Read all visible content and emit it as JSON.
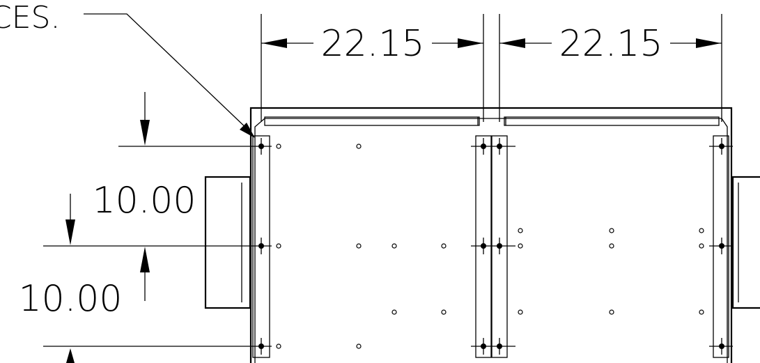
{
  "note_label": "CES.",
  "dimensions": {
    "horizontal_left": "22.15",
    "horizontal_right": "22.15",
    "vertical_upper": "10.00",
    "vertical_lower": "10.00"
  }
}
